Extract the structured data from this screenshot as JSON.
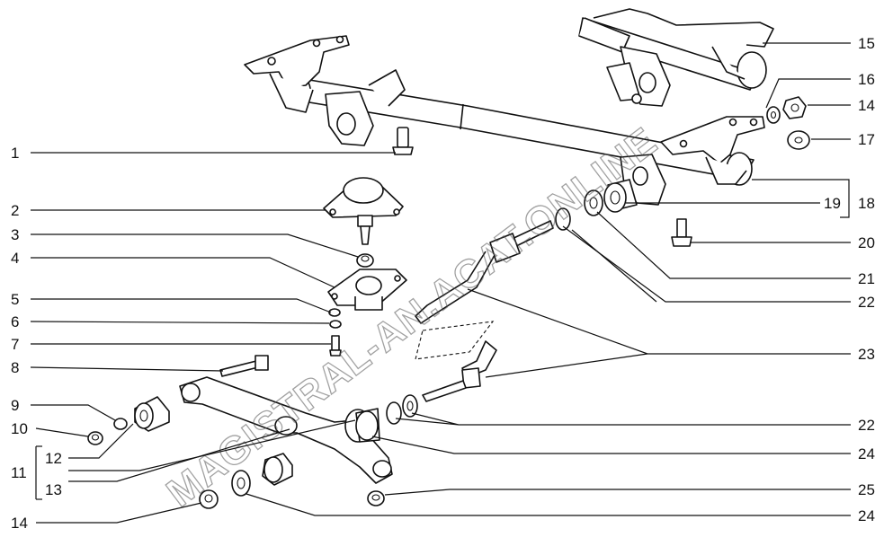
{
  "watermark": "MAGISTRAL-AN.ACAT.ONLINE",
  "callouts": [
    {
      "id": "c1",
      "label": "1"
    },
    {
      "id": "c2",
      "label": "2"
    },
    {
      "id": "c3",
      "label": "3"
    },
    {
      "id": "c4",
      "label": "4"
    },
    {
      "id": "c5",
      "label": "5"
    },
    {
      "id": "c6",
      "label": "6"
    },
    {
      "id": "c7",
      "label": "7"
    },
    {
      "id": "c8",
      "label": "8"
    },
    {
      "id": "c9",
      "label": "9"
    },
    {
      "id": "c10",
      "label": "10"
    },
    {
      "id": "c11",
      "label": "11"
    },
    {
      "id": "c12",
      "label": "12"
    },
    {
      "id": "c13",
      "label": "13"
    },
    {
      "id": "c14a",
      "label": "14"
    },
    {
      "id": "c15",
      "label": "15"
    },
    {
      "id": "c16",
      "label": "16"
    },
    {
      "id": "c14b",
      "label": "14"
    },
    {
      "id": "c17",
      "label": "17"
    },
    {
      "id": "c18",
      "label": "18"
    },
    {
      "id": "c19",
      "label": "19"
    },
    {
      "id": "c20",
      "label": "20"
    },
    {
      "id": "c21",
      "label": "21"
    },
    {
      "id": "c22a",
      "label": "22"
    },
    {
      "id": "c23",
      "label": "23"
    },
    {
      "id": "c22b",
      "label": "22"
    },
    {
      "id": "c24a",
      "label": "24"
    },
    {
      "id": "c25",
      "label": "25"
    },
    {
      "id": "c24b",
      "label": "24"
    }
  ]
}
